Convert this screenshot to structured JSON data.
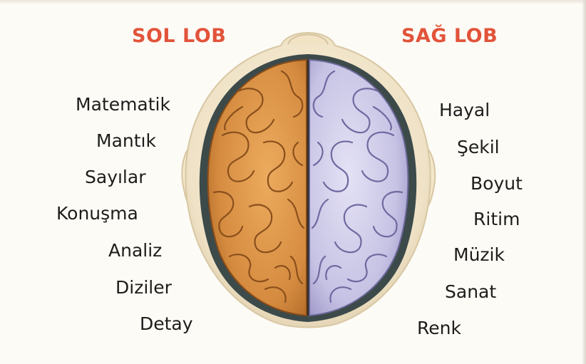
{
  "colors": {
    "left_title": "#e2533a",
    "right_title": "#e2533a",
    "left_lobe": "#d99248",
    "right_lobe": "#c9c6e6",
    "skull": "#f2e7cf"
  },
  "left_lobe": {
    "title": "SOL LOB",
    "items": [
      "Matematik",
      "Mantık",
      "Sayılar",
      "Konuşma",
      "Analiz",
      "Diziler",
      "Detay"
    ]
  },
  "right_lobe": {
    "title": "SAĞ LOB",
    "items": [
      "Hayal",
      "Şekil",
      "Boyut",
      "Ritim",
      "Müzik",
      "Sanat",
      "Renk"
    ]
  },
  "illustration": {
    "icon": "brain-icon"
  }
}
